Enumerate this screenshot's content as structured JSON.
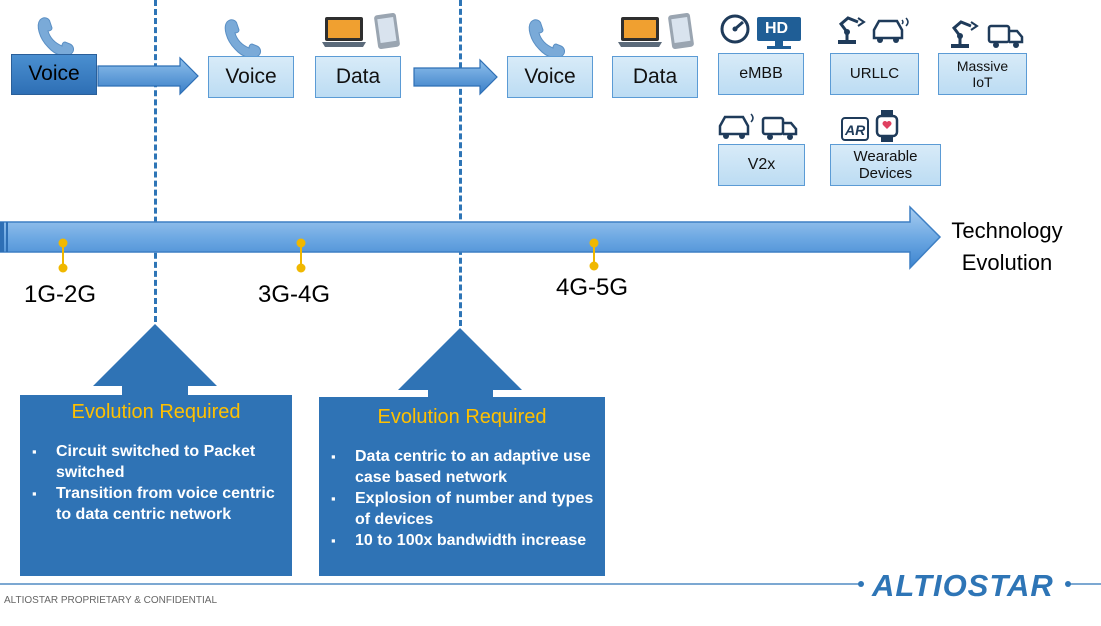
{
  "row1": {
    "voice_1": "Voice",
    "voice_2": "Voice",
    "data_2": "Data",
    "voice_3": "Voice",
    "data_3": "Data",
    "embb": "eMBB",
    "urllc": "URLLC",
    "massive_iot": "Massive IoT",
    "v2x": "V2x",
    "wearable": "Wearable Devices",
    "hd_label": "HD",
    "ar_label": "AR"
  },
  "timeline": {
    "label_1": "1G-2G",
    "label_2": "3G-4G",
    "label_3": "4G-5G",
    "axis_label": "Technology Evolution"
  },
  "panel_left": {
    "title": "Evolution Required",
    "items": [
      "Circuit switched to Packet switched",
      "Transition from voice centric to data centric network"
    ]
  },
  "panel_right": {
    "title": "Evolution Required",
    "items": [
      "Data centric to an adaptive use case based network",
      "Explosion  of number and types of devices",
      "10 to 100x bandwidth increase"
    ]
  },
  "footer": {
    "confidential": "ALTIOSTAR PROPRIETARY & CONFIDENTIAL",
    "logo": "ALTIOSTAR"
  },
  "colors": {
    "accent": "#2e75b6",
    "panel": "#2f73b5",
    "heading": "#ffc000",
    "box_fill": "#cfe5f6"
  }
}
